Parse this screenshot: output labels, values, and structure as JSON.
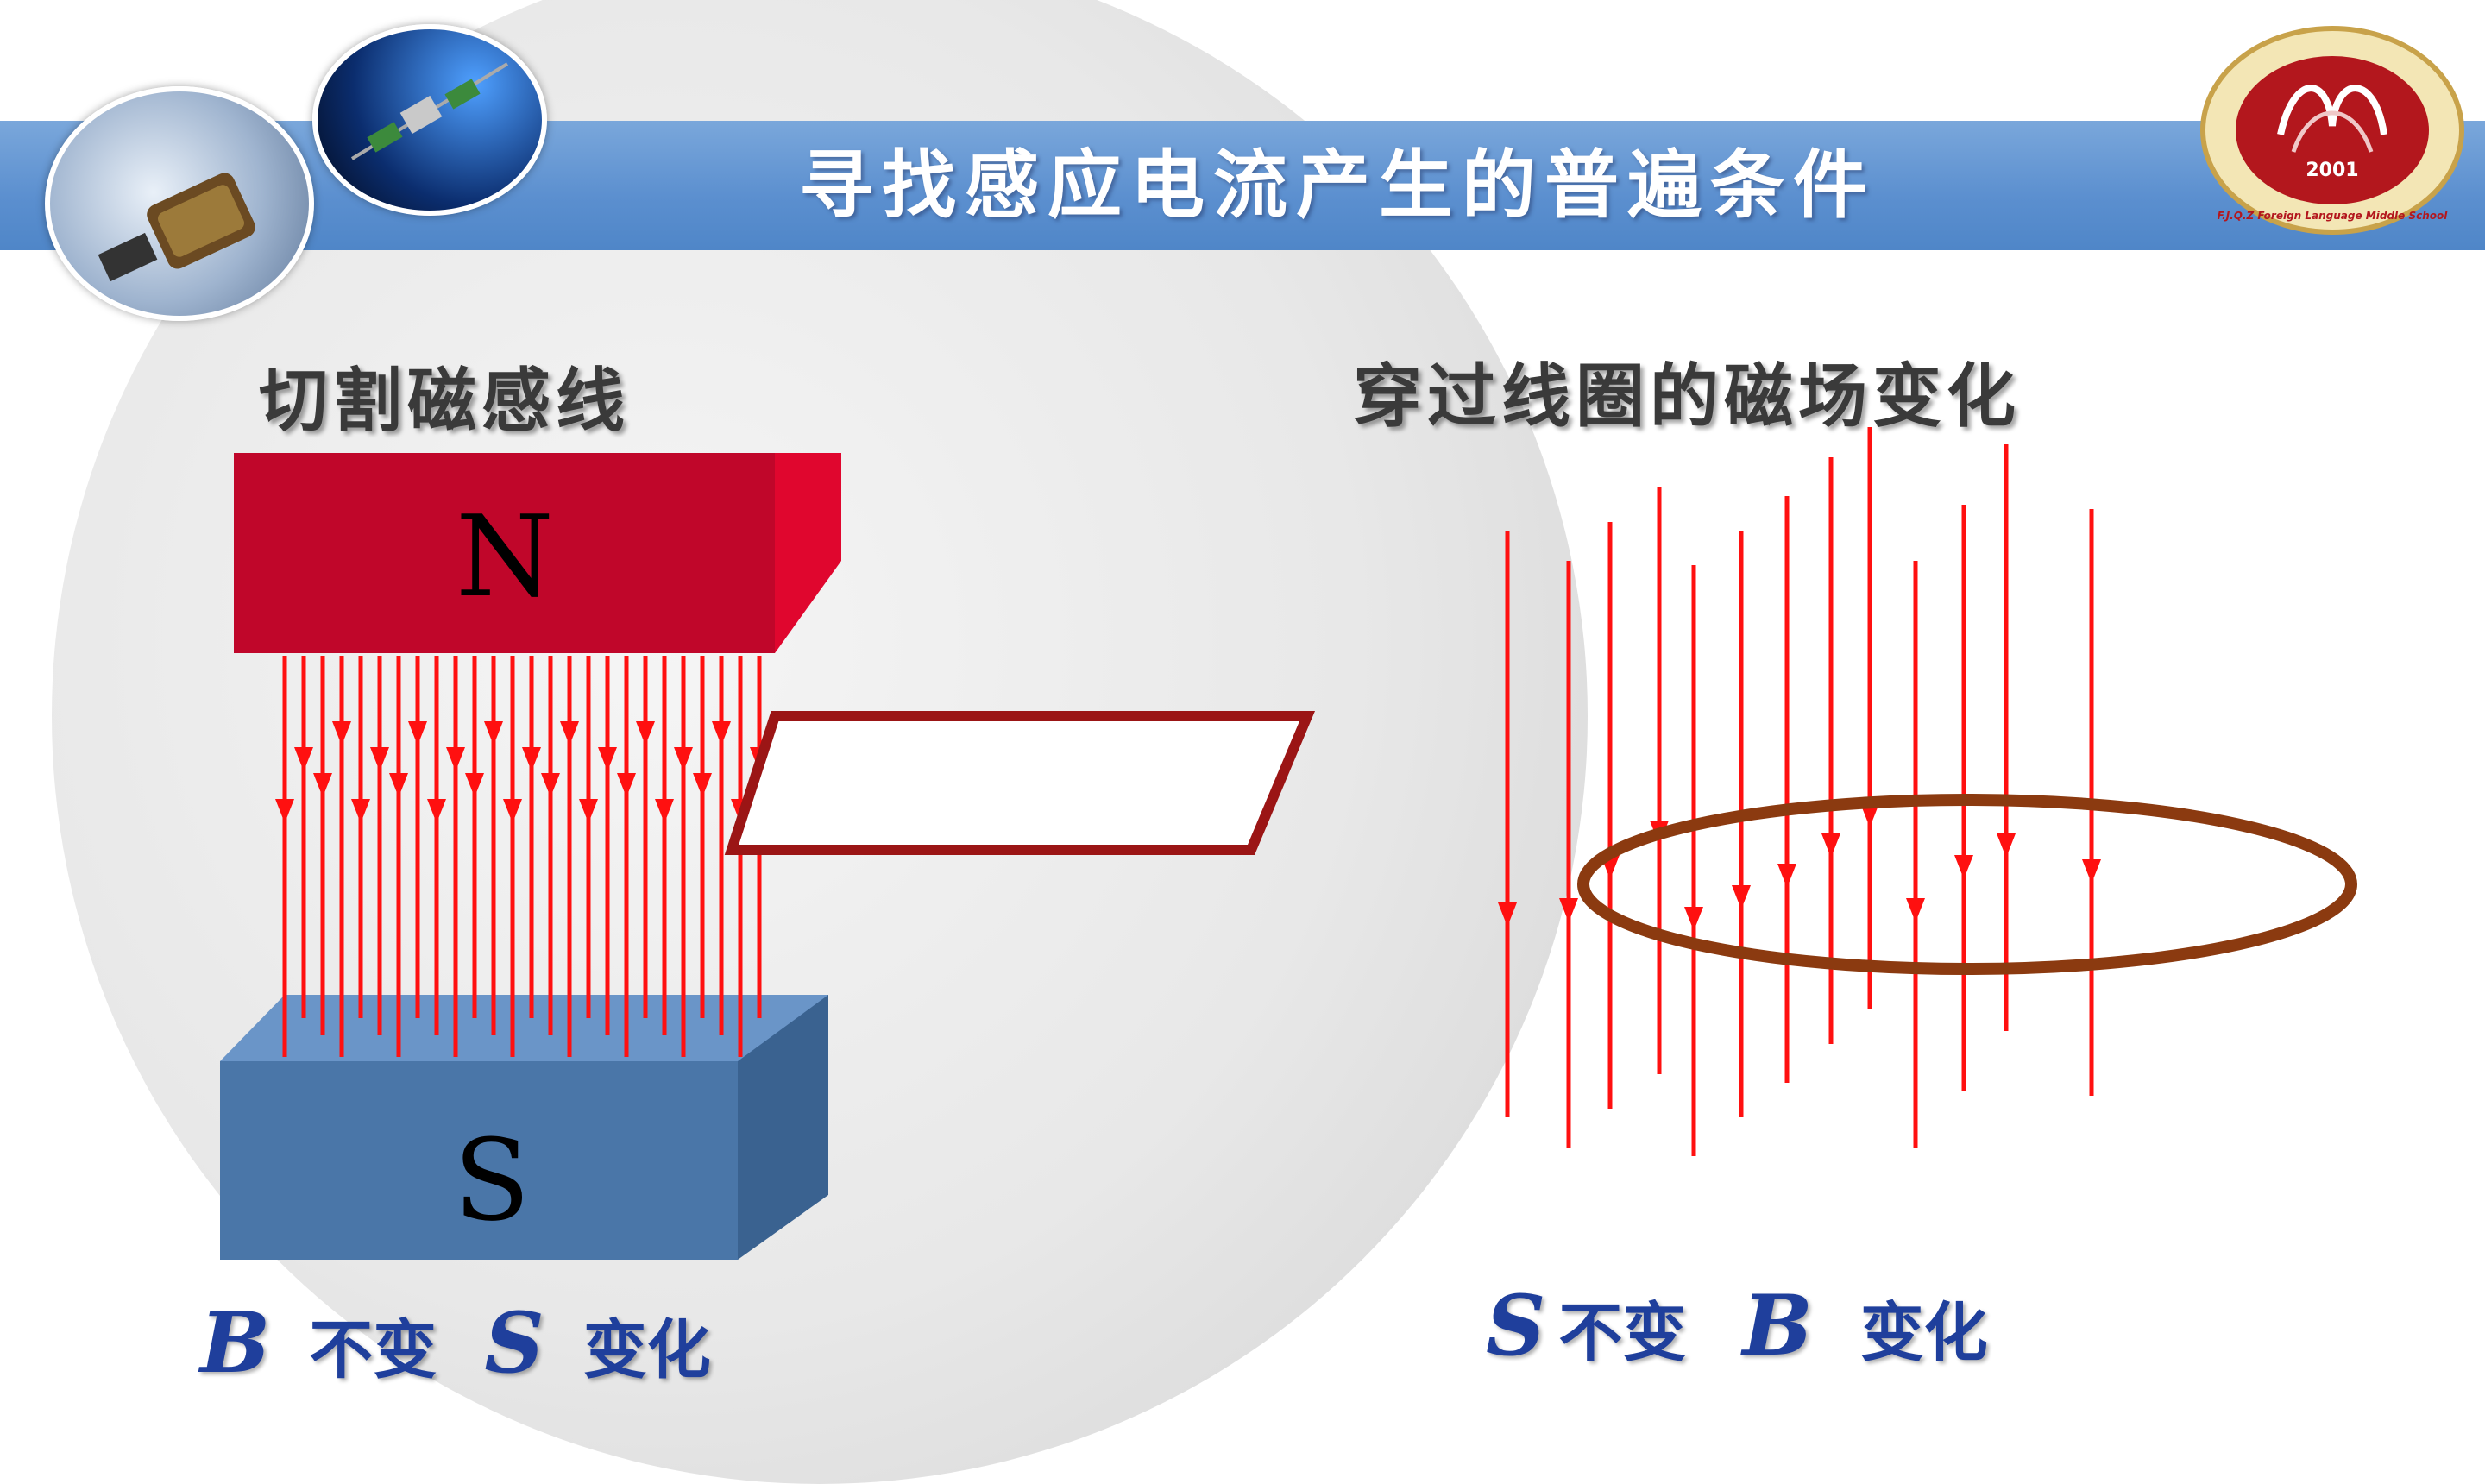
{
  "slide": {
    "title": "寻找感应电流产生的普遍条件",
    "logo": {
      "year": "2001",
      "ring_text": "F.J.Q.Z Foreign Language Middle School"
    },
    "left": {
      "heading": "切割磁感线",
      "magnet_north_label": "N",
      "magnet_south_label": "S",
      "caption": {
        "b": "B",
        "unchanged": "不变",
        "s": "S",
        "changed": "变化"
      }
    },
    "right": {
      "heading": "穿过线圈的磁场变化",
      "caption": {
        "s": "S",
        "unchanged": "不变",
        "b": "B",
        "changed": "变化"
      }
    },
    "colors": {
      "title_bar": "#5b8fcf",
      "field_line": "#ff1010",
      "north_pole": "#c0062a",
      "south_pole": "#4a76a8",
      "coil": "#8b3a10",
      "frame": "#9b1515",
      "caption": "#1f3f9c"
    }
  }
}
